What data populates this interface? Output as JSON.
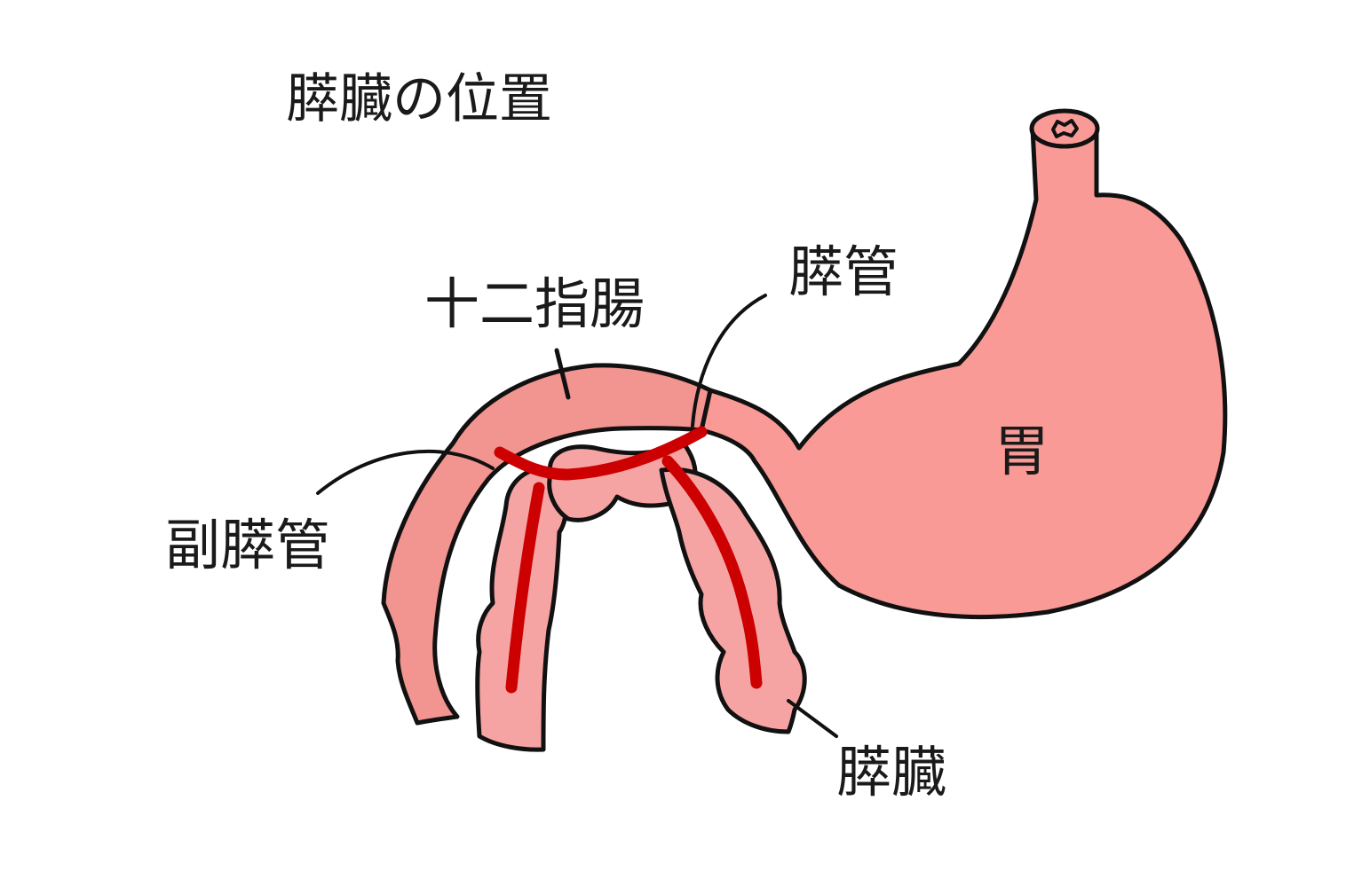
{
  "title": "膵臓の位置",
  "labels": {
    "duodenum": "十二指腸",
    "pancreatic_duct": "膵管",
    "accessory_pancreatic_duct": "副膵管",
    "pancreas": "膵臓",
    "stomach": "胃"
  },
  "colors": {
    "organ_fill": "#f99a96",
    "pancreas_fill": "#f6a3a3",
    "duct": "#cc0000",
    "outline": "#111111"
  }
}
